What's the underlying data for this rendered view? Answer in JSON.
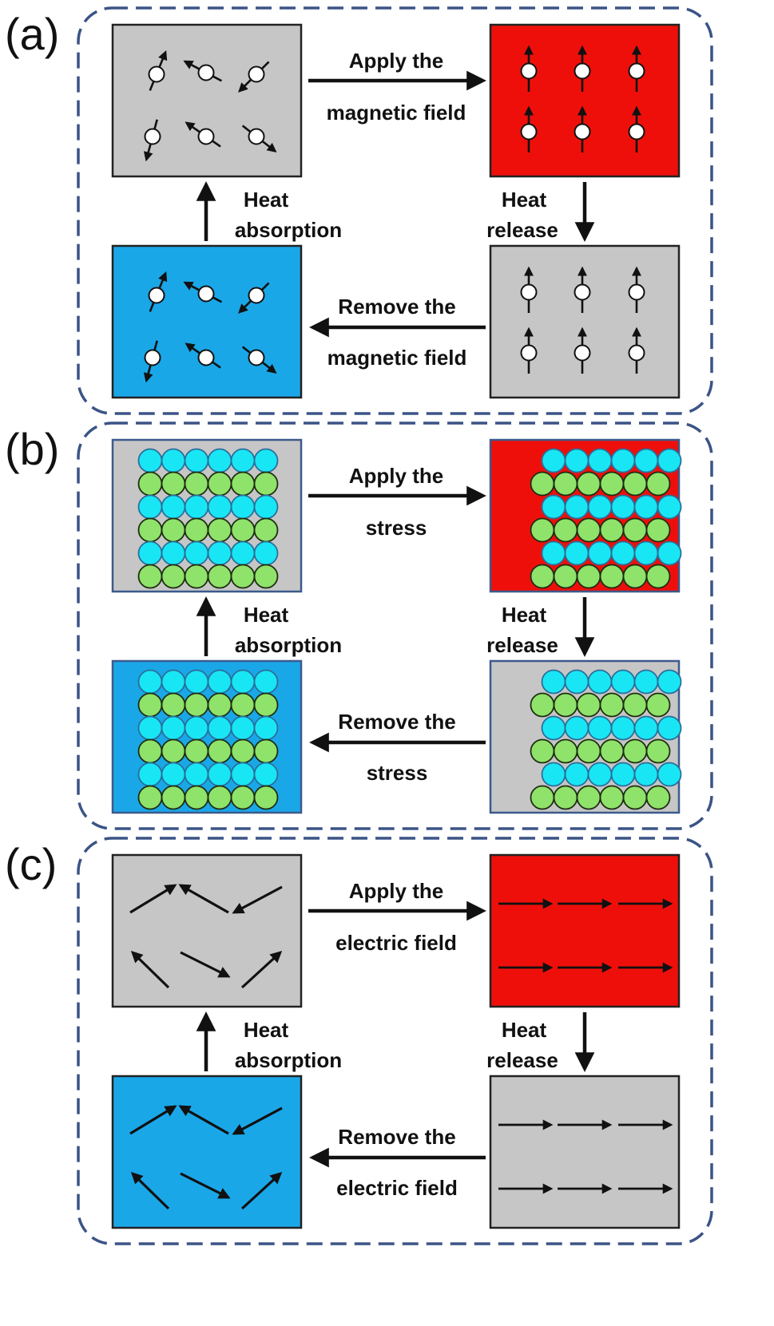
{
  "colors": {
    "dashed_border": "#3b5486",
    "neutral_panel": "#c6c6c6",
    "hot_panel": "#ee0f0b",
    "cold_panel": "#1aa7e8",
    "atom_cyan": "#19e6f4",
    "atom_green": "#8fe26a",
    "arrow": "#111111"
  },
  "panels": [
    {
      "label": "(a)",
      "type": "magnetic",
      "top_forward": [
        "Apply the",
        "magnetic field"
      ],
      "right_down": [
        "Heat",
        "release"
      ],
      "bottom_back": [
        "Remove the",
        "magnetic field"
      ],
      "left_up": [
        "Heat",
        "absorption"
      ],
      "states": {
        "top_left": "disordered",
        "top_right": "aligned",
        "bottom_right": "aligned",
        "bottom_left": "disordered"
      }
    },
    {
      "label": "(b)",
      "type": "stress",
      "top_forward": [
        "Apply the",
        "stress"
      ],
      "right_down": [
        "Heat",
        "release"
      ],
      "bottom_back": [
        "Remove the",
        "stress"
      ],
      "left_up": [
        "Heat",
        "absorption"
      ],
      "states": {
        "top_left": "square",
        "top_right": "sheared",
        "bottom_right": "sheared",
        "bottom_left": "square"
      }
    },
    {
      "label": "(c)",
      "type": "electric",
      "top_forward": [
        "Apply the",
        "electric field"
      ],
      "right_down": [
        "Heat",
        "release"
      ],
      "bottom_back": [
        "Remove the",
        "electric field"
      ],
      "left_up": [
        "Heat",
        "absorption"
      ],
      "states": {
        "top_left": "disordered",
        "top_right": "aligned",
        "bottom_right": "aligned",
        "bottom_left": "disordered"
      }
    }
  ]
}
